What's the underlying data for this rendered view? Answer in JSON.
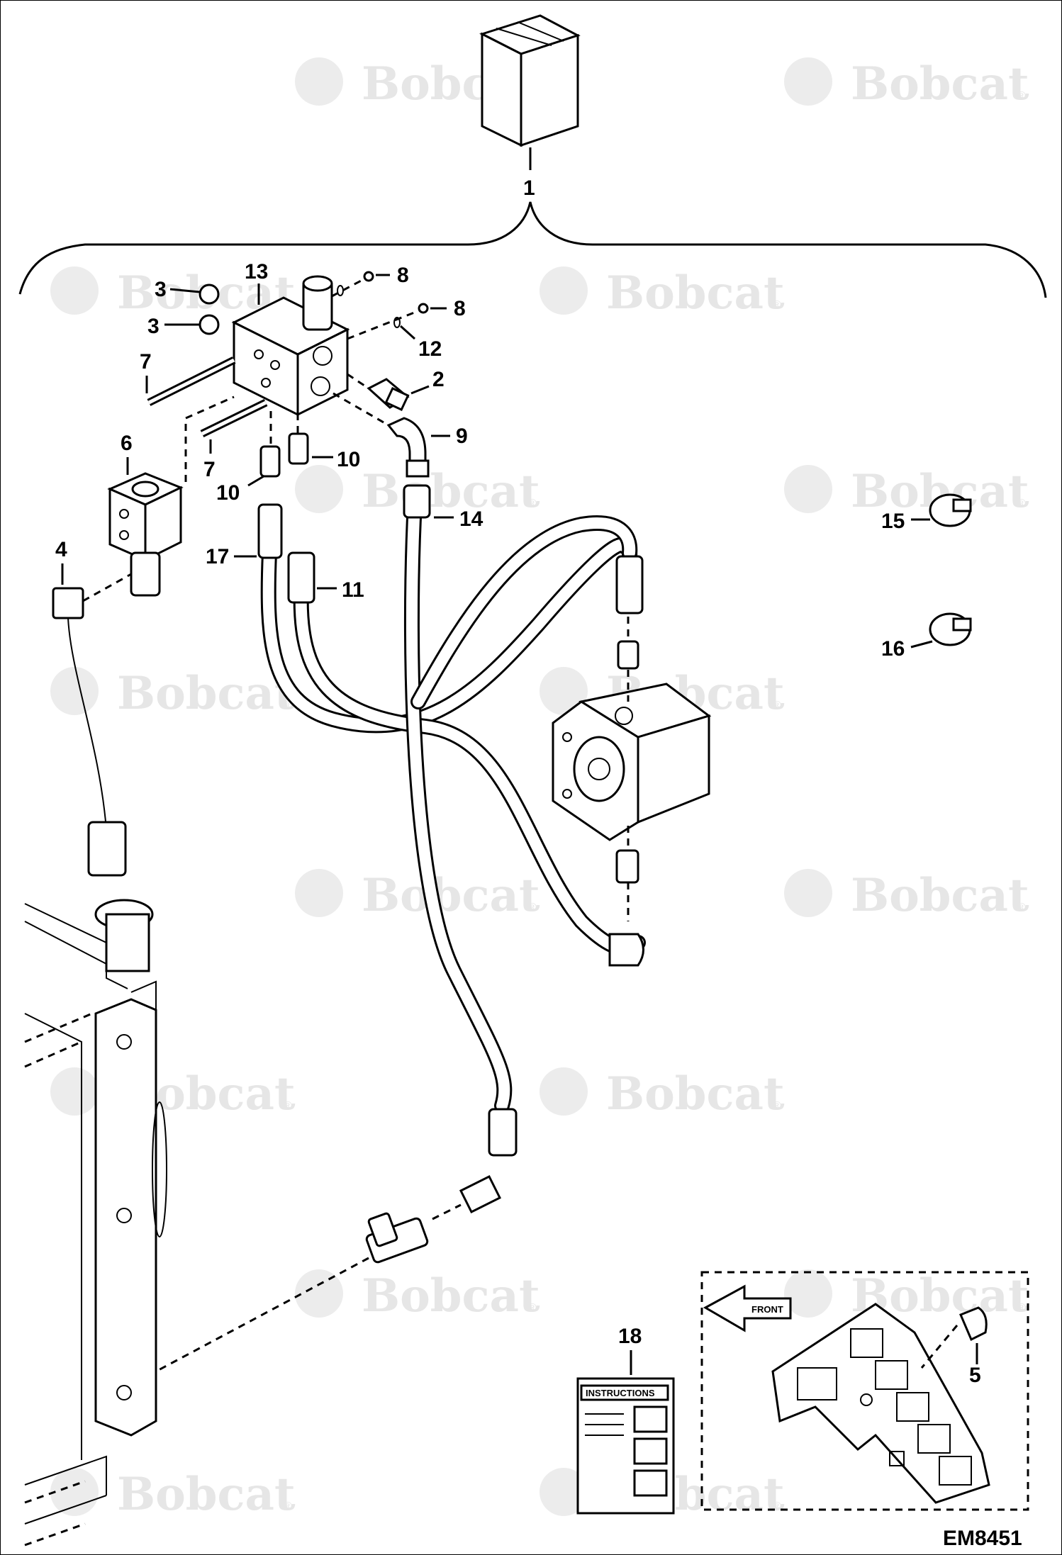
{
  "watermark": {
    "brand": "Bobcat",
    "reg": "®"
  },
  "diagram_code": "EM8451",
  "callouts": {
    "c1": "1",
    "c2": "2",
    "c3a": "3",
    "c3b": "3",
    "c4": "4",
    "c5": "5",
    "c6": "6",
    "c7a": "7",
    "c7b": "7",
    "c8a": "8",
    "c8b": "8",
    "c9": "9",
    "c10a": "10",
    "c10b": "10",
    "c11": "11",
    "c12": "12",
    "c13": "13",
    "c14": "14",
    "c15": "15",
    "c16": "16",
    "c17": "17",
    "c18": "18"
  },
  "instructions_label": "INSTRUCTIONS",
  "front_label": "FRONT"
}
